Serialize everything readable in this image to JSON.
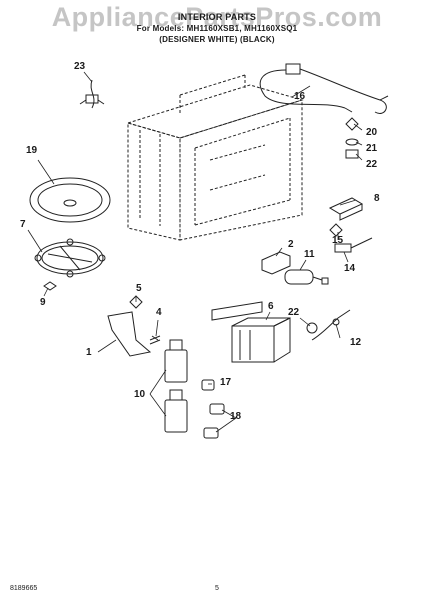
{
  "header": {
    "title": "INTERIOR PARTS",
    "models": "For Models: MH1160XSB1, MH1160XSQ1",
    "colors": "(DESIGNER WHITE) (BLACK)"
  },
  "watermark": "AppliancePartsPros.com",
  "callouts": [
    "23",
    "16",
    "20",
    "21",
    "22",
    "19",
    "8",
    "7",
    "15",
    "14",
    "2",
    "11",
    "9",
    "5",
    "4",
    "6",
    "22",
    "12",
    "1",
    "17",
    "10",
    "18"
  ],
  "footer": {
    "code": "8189665",
    "page": "5"
  }
}
